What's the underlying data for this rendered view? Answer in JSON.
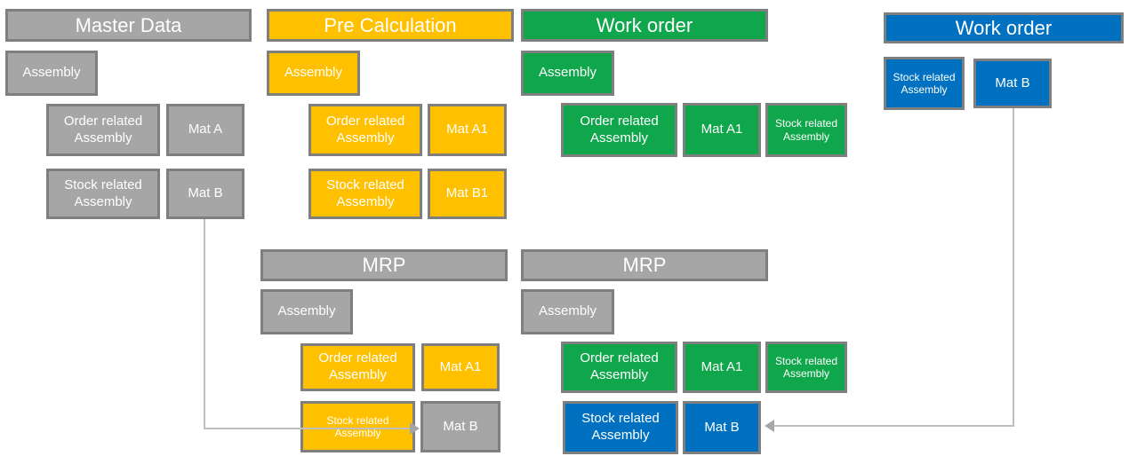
{
  "colors": {
    "gray": "#A6A6A6",
    "yellow": "#FFC000",
    "green": "#10A64B",
    "blue": "#0070C0",
    "box_border": "#7F7F7F",
    "connector_line": "#BFBFBF",
    "arrowhead": "#A6A6A6",
    "text": "#FFFFFF"
  },
  "sections": {
    "master_data": {
      "title": "Master Data",
      "assembly": "Assembly",
      "rows": [
        {
          "left": "Order related Assembly",
          "right": "Mat A"
        },
        {
          "left": "Stock related Assembly",
          "right": "Mat B"
        }
      ]
    },
    "pre_calculation": {
      "title": "Pre Calculation",
      "assembly": "Assembly",
      "rows": [
        {
          "left": "Order related Assembly",
          "right": "Mat A1"
        },
        {
          "left": "Stock related Assembly",
          "right": "Mat B1"
        }
      ]
    },
    "work_order_top": {
      "title": "Work order",
      "assembly": "Assembly",
      "row": {
        "left": "Order related Assembly",
        "mid": "Mat A1",
        "right": "Stock related Assembly"
      }
    },
    "work_order_right": {
      "title": "Work order",
      "stock": "Stock related Assembly",
      "mat": "Mat B"
    },
    "mrp_left": {
      "title": "MRP",
      "assembly": "Assembly",
      "order_row": {
        "left": "Order related Assembly",
        "right": "Mat A1"
      },
      "stock_row": {
        "left": "Stock related Assembly",
        "right": "Mat B"
      }
    },
    "mrp_right": {
      "title": "MRP",
      "assembly": "Assembly",
      "order_row": {
        "left": "Order related Assembly",
        "mid": "Mat A1",
        "right": "Stock related Assembly"
      },
      "stock_row": {
        "left": "Stock related Assembly",
        "right": "Mat B"
      }
    }
  },
  "connectors": [
    {
      "from": "master-data-mat-b",
      "to": "mrp-left-mat-b"
    },
    {
      "from": "work-order-right-mat-b",
      "to": "mrp-right-mat-b"
    }
  ]
}
